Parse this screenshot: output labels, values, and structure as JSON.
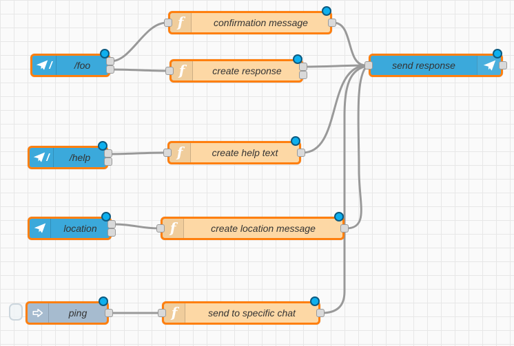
{
  "app": {
    "view": "flow canvas"
  },
  "glyphs": {
    "function_f": "f",
    "command_slash": "/"
  },
  "colors": {
    "canvas_bg": "#fafafa",
    "grid_line": "#e7e7e7",
    "telegram_blue": "#3ba9db",
    "function_orange": "#fdd8a5",
    "inject_gray": "#a6bbcf",
    "node_border": "#ff7f0e",
    "wire_gray": "#999999",
    "port_fill": "#d9d9d9",
    "changed_dot_blue": "#0eb0ee"
  },
  "nodes": [
    {
      "label": "confirmation message",
      "type": "function",
      "icon": "function-f-icon",
      "inputs": 1,
      "outputs": 1,
      "changed": true
    },
    {
      "label": "/foo",
      "type": "telegram-command",
      "icon": "paper-plane-slash-icon",
      "inputs": 0,
      "outputs": 2,
      "changed": true
    },
    {
      "label": "create response",
      "type": "function",
      "icon": "function-f-icon",
      "inputs": 1,
      "outputs": 2,
      "changed": true
    },
    {
      "label": "send response",
      "type": "telegram-sender",
      "icon": "paper-plane-icon",
      "inputs": 1,
      "outputs": 1,
      "changed": true
    },
    {
      "label": "/help",
      "type": "telegram-command",
      "icon": "paper-plane-slash-icon",
      "inputs": 0,
      "outputs": 2,
      "changed": true
    },
    {
      "label": "create help text",
      "type": "function",
      "icon": "function-f-icon",
      "inputs": 1,
      "outputs": 1,
      "changed": true
    },
    {
      "label": "location",
      "type": "telegram-event",
      "icon": "paper-plane-icon",
      "inputs": 0,
      "outputs": 2,
      "changed": true
    },
    {
      "label": "create location message",
      "type": "function",
      "icon": "function-f-icon",
      "inputs": 1,
      "outputs": 1,
      "changed": true
    },
    {
      "label": "ping",
      "type": "inject",
      "icon": "inject-arrow-icon",
      "inputs": 0,
      "outputs": 1,
      "changed": true
    },
    {
      "label": "send to specific chat",
      "type": "function",
      "icon": "function-f-icon",
      "inputs": 1,
      "outputs": 1,
      "changed": true
    }
  ],
  "connections": [
    {
      "from": "/foo (output 1)",
      "to": "confirmation message"
    },
    {
      "from": "/foo (output 2)",
      "to": "create response"
    },
    {
      "from": "confirmation message",
      "to": "send response"
    },
    {
      "from": "create response (output 1)",
      "to": "send response"
    },
    {
      "from": "/help (output 1)",
      "to": "create help text"
    },
    {
      "from": "create help text",
      "to": "send response"
    },
    {
      "from": "location (output 1)",
      "to": "create location message"
    },
    {
      "from": "create location message",
      "to": "send response"
    },
    {
      "from": "ping",
      "to": "send to specific chat"
    },
    {
      "from": "send to specific chat",
      "to": "send response"
    }
  ]
}
